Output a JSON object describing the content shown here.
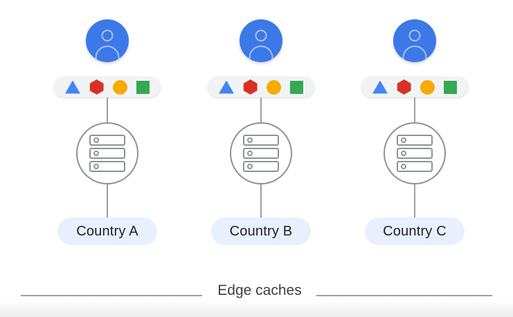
{
  "diagram": {
    "caption": "Edge caches",
    "countries": [
      {
        "label": "Country A"
      },
      {
        "label": "Country B"
      },
      {
        "label": "Country C"
      }
    ],
    "shapes": [
      {
        "name": "triangle",
        "color": "#4285F4"
      },
      {
        "name": "hexagon",
        "color": "#D93025"
      },
      {
        "name": "circle",
        "color": "#F9AB00"
      },
      {
        "name": "square",
        "color": "#34A853"
      }
    ],
    "colors": {
      "avatar_blue": "#3C78E8",
      "avatar_outline": "#A9C3F7",
      "shape_pill_bg": "#F1F3F4",
      "country_pill_bg": "#E8F0FE",
      "icon_stroke_gray": "#8E9297",
      "divider_gray": "#9AA0A6",
      "text_dark": "#3C4043"
    }
  }
}
